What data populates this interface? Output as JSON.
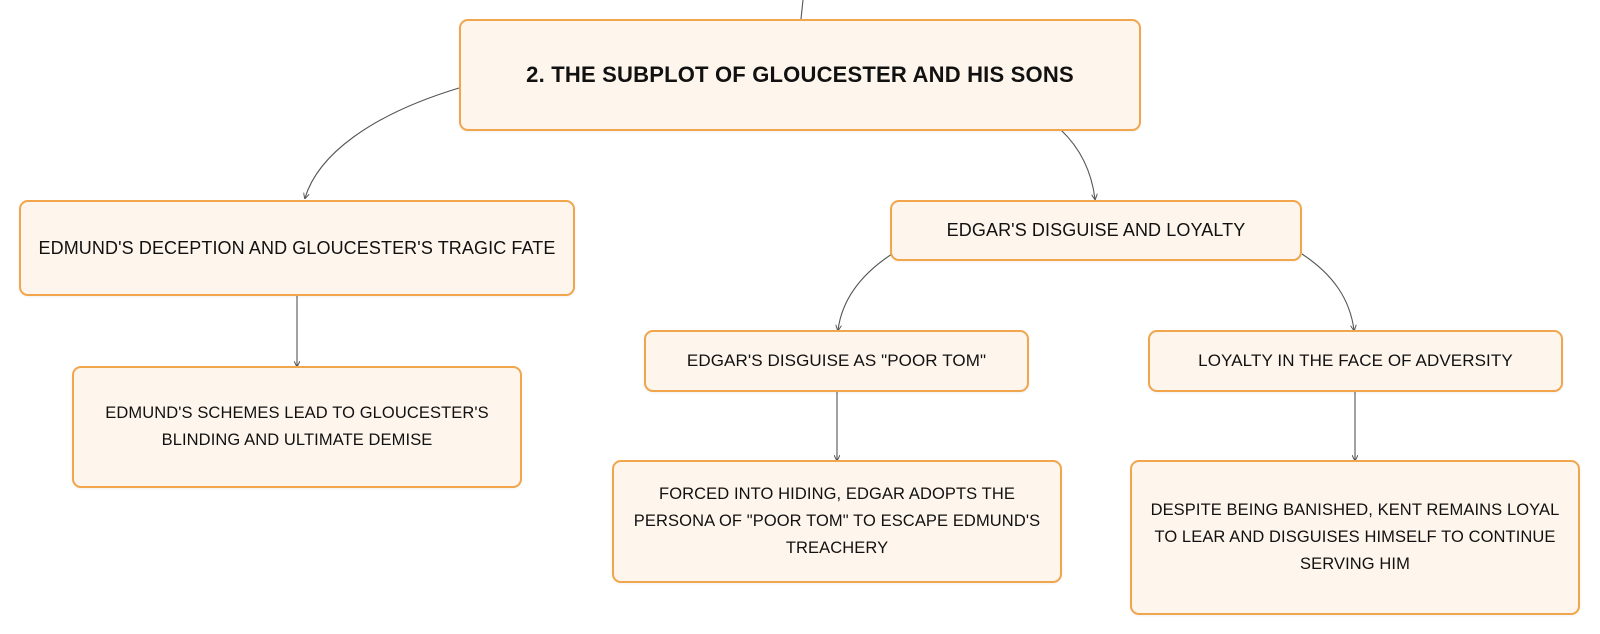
{
  "colors": {
    "node_fill": "#fef5ec",
    "node_border": "#f1a54c",
    "connector": "#555555",
    "text": "#111111"
  },
  "root": {
    "label": "2. THE SUBPLOT OF GLOUCESTER AND HIS SONS"
  },
  "branches": [
    {
      "label": "EDMUND'S DECEPTION AND GLOUCESTER'S TRAGIC FATE",
      "detail": "EDMUND'S SCHEMES LEAD TO GLOUCESTER'S BLINDING AND ULTIMATE DEMISE"
    },
    {
      "label": "EDGAR'S DISGUISE AND LOYALTY",
      "children": [
        {
          "label": "EDGAR'S DISGUISE AS \"POOR TOM\"",
          "detail": "FORCED INTO HIDING, EDGAR ADOPTS THE PERSONA OF \"POOR TOM\" TO ESCAPE EDMUND'S TREACHERY"
        },
        {
          "label": "LOYALTY IN THE FACE OF ADVERSITY",
          "detail": "DESPITE BEING BANISHED, KENT REMAINS LOYAL TO LEAR AND DISGUISES HIMSELF TO CONTINUE SERVING HIM"
        }
      ]
    }
  ]
}
